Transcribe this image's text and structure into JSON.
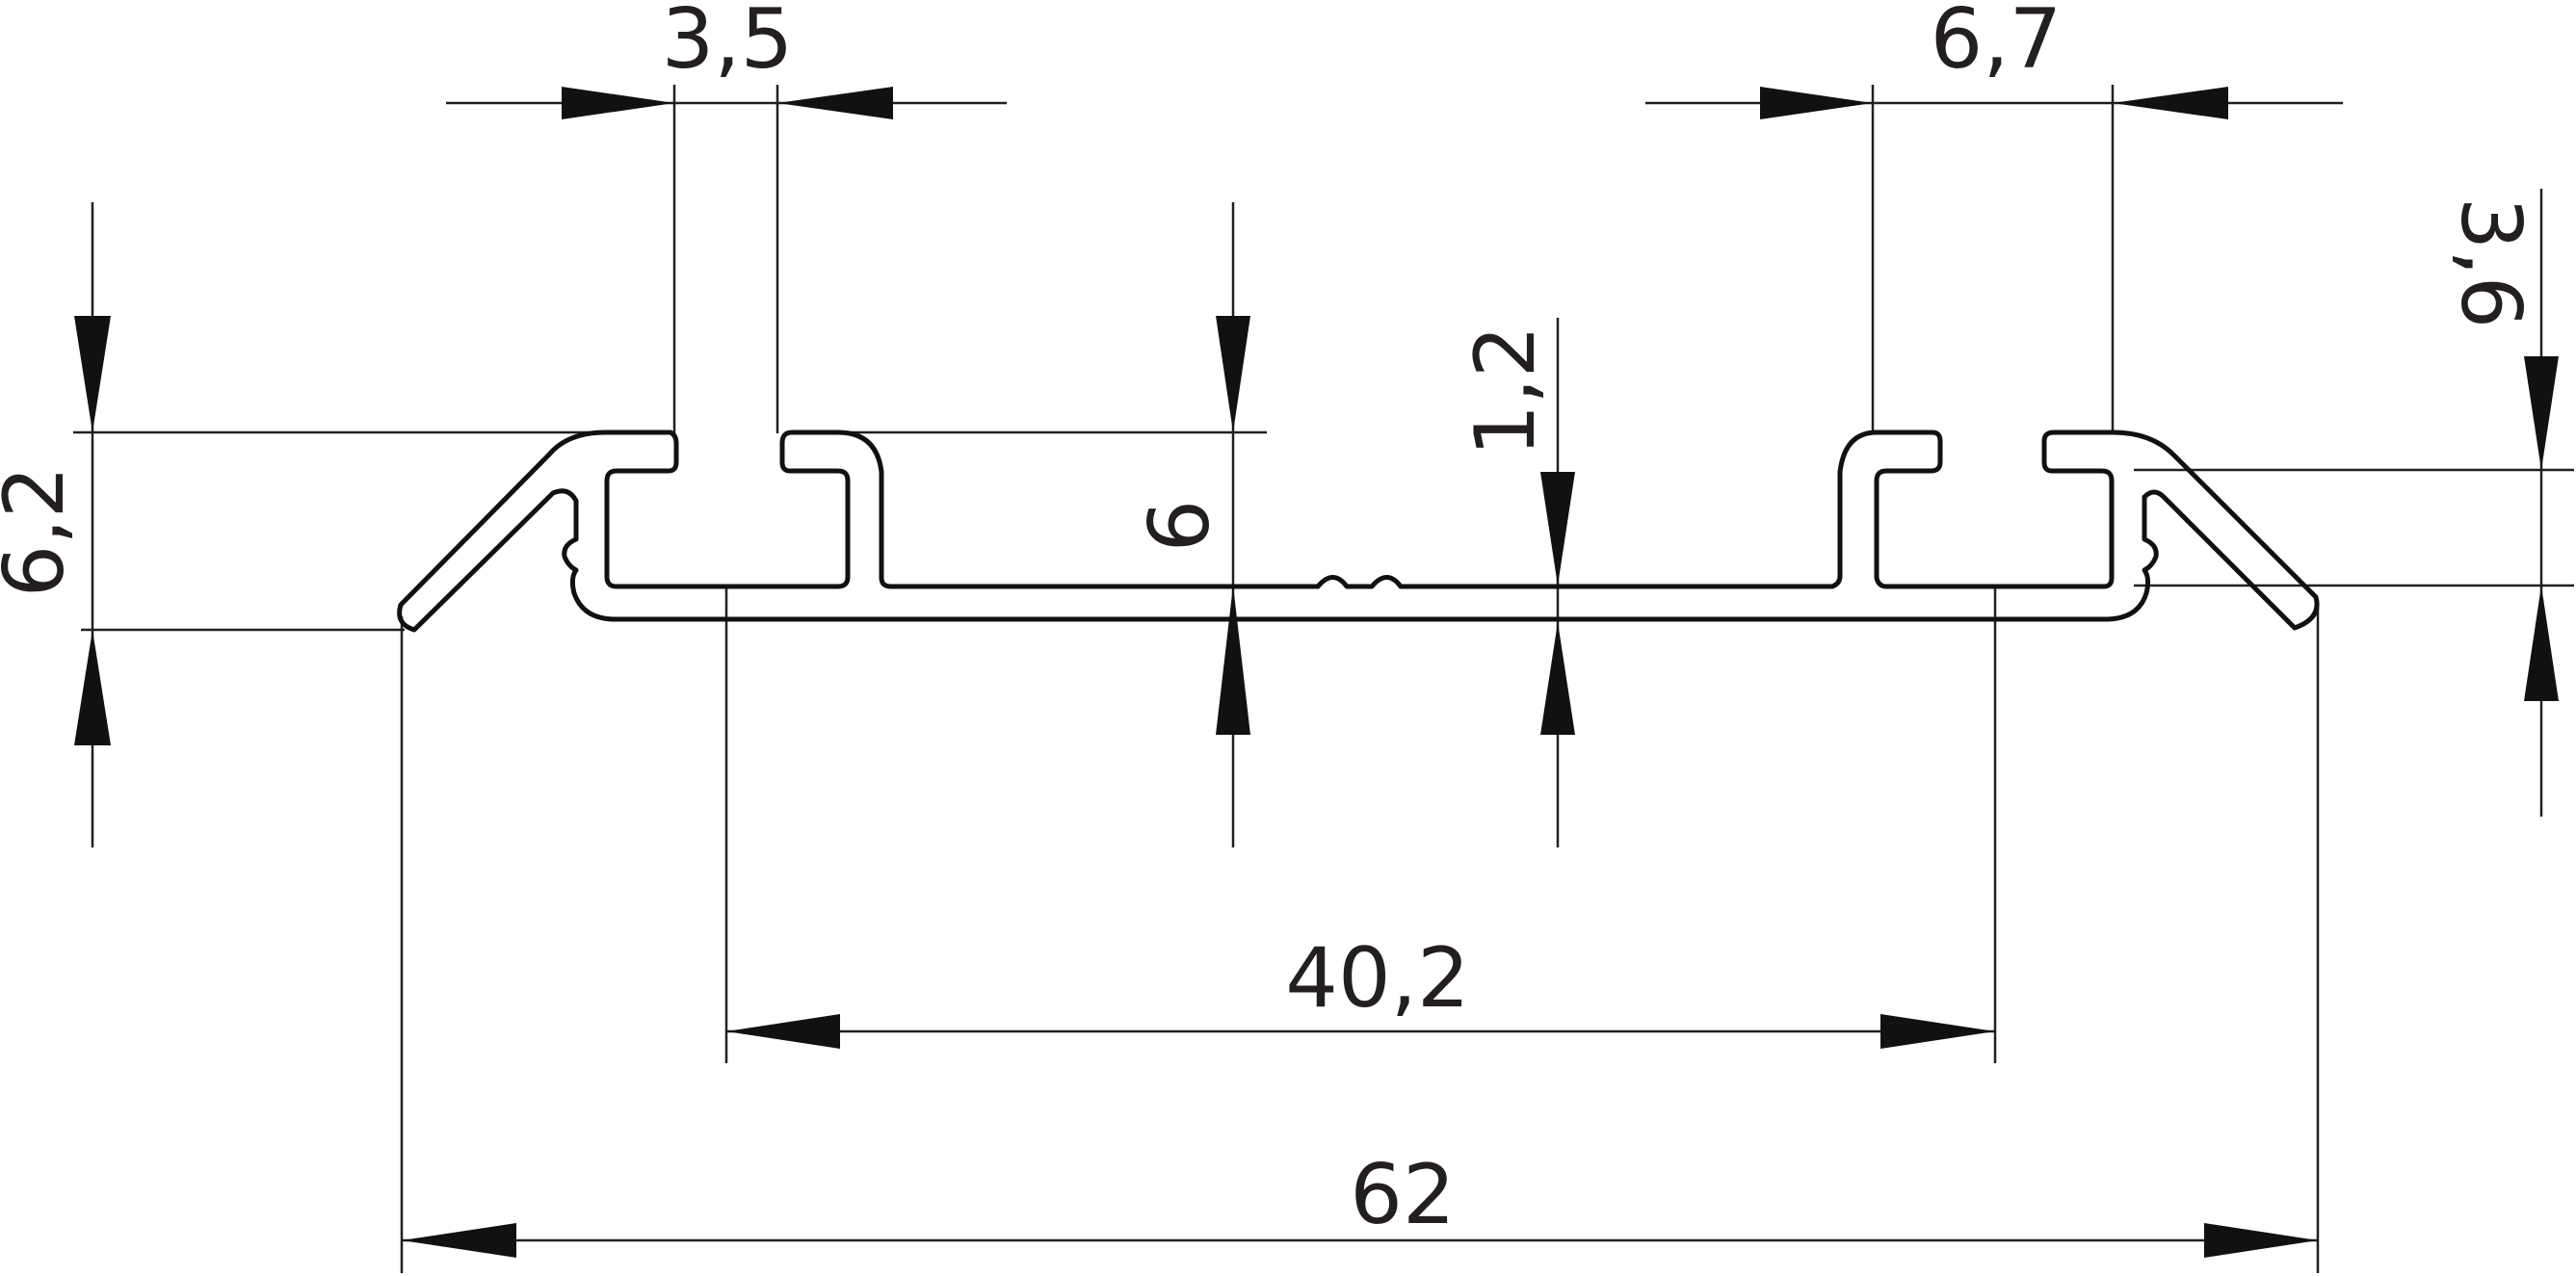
{
  "colors": {
    "background": "#ffffff",
    "line": "#231f20",
    "profile": "#111111"
  },
  "dimensions": {
    "d_3_5": "3,5",
    "d_6_7": "6,7",
    "d_3_6": "3,6",
    "d_1_2": "1,2",
    "d_6": "6",
    "d_6_2": "6,2",
    "d_40_2": "40,2",
    "d_62": "62"
  }
}
